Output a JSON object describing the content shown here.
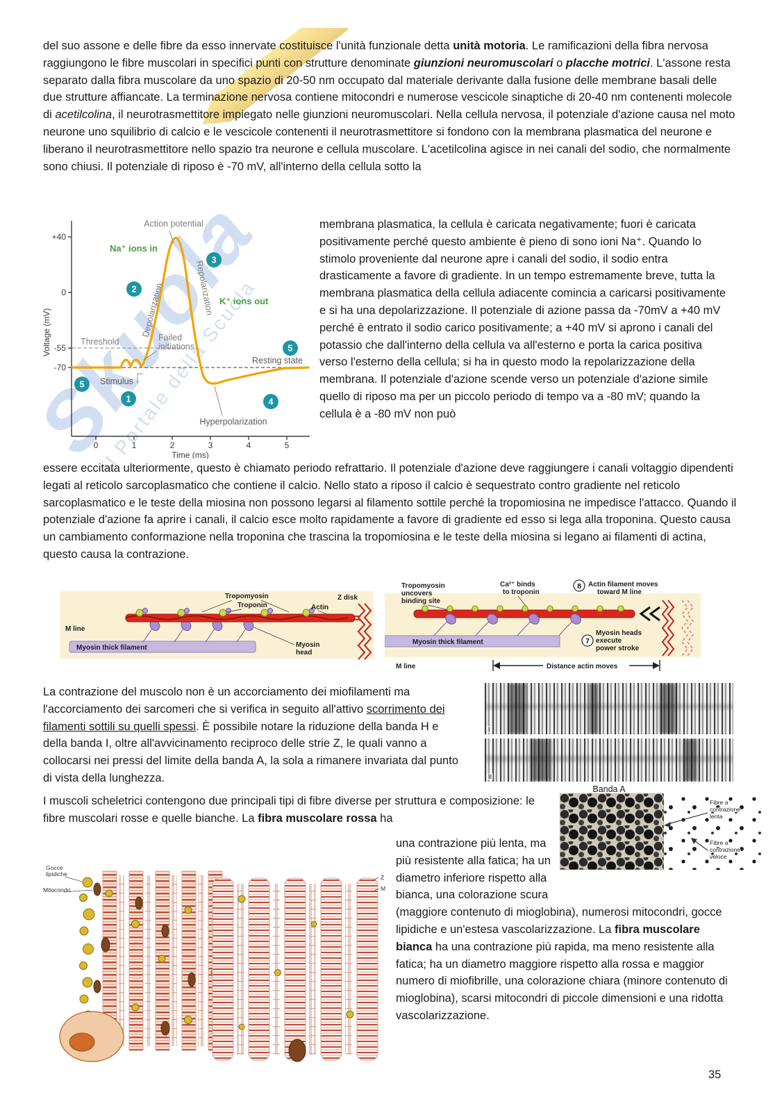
{
  "page": {
    "number": "35"
  },
  "watermark": {
    "big": "Skuola",
    "small": "il Portale della Scuola"
  },
  "intro": {
    "s1": "del suo assone e delle fibre da esso innervate costituisce l'unità funzionale detta ",
    "b1": "unità motoria",
    "s2": ". Le ramificazioni della fibra nervosa raggiungono le fibre muscolari in specifici punti con strutture denominate ",
    "bi1": "giunzioni neuromuscolari",
    "s3": " o ",
    "bi2": "placche motrici",
    "s4": ". L'assone resta separato dalla fibra muscolare da uno spazio di 20-50 nm occupato dal materiale derivante dalla fusione delle membrane basali delle due strutture affiancate. La terminazione nervosa contiene mitocondri e numerose vescicole sinaptiche di 20-40 nm contenenti molecole di ",
    "i1": "acetilcolina",
    "s5": ", il neurotrasmettitore impiegato nelle giunzioni neuromuscolari. Nella cellula nervosa, il potenziale d'azione causa nel moto neurone uno squilibrio di calcio e le vescicole contenenti il neurotrasmettitore si fondono con la membrana plasmatica del neurone e liberano il neurotrasmettitore nello spazio tra neurone e cellula muscolare. L'acetilcolina agisce in nei canali del sodio, che normalmente sono chiusi. Il potenziale di riposo è -70 mV, all'interno della cellula sotto la"
  },
  "chart": {
    "ylabel": "Voltage (mV)",
    "xlabel": "Time (ms)",
    "ytick_40": "+40",
    "ytick_0": "0",
    "ytick_55": "-55",
    "ytick_70": "-70",
    "xtick_0": "0",
    "xtick_1": "1",
    "xtick_2": "2",
    "xtick_3": "3",
    "xtick_4": "4",
    "xtick_5": "5",
    "action_potential": "Action potential",
    "na_in": "Na⁺ ions in",
    "depolarization": "Depolarization",
    "repolarization": "Repolarization",
    "k_out": "K⁺ ions out",
    "threshold": "Threshold",
    "failed_1": "Failed",
    "failed_2": "initiations",
    "resting": "Resting state",
    "stimulus": "Stimulus",
    "hyper": "Hyperpolarization",
    "m1": "1",
    "m2": "2",
    "m3": "3",
    "m4": "4",
    "m5": "5"
  },
  "side1": {
    "text": "membrana plasmatica, la cellula è caricata negativamente; fuori è caricata positivamente perché questo ambiente è pieno di sono ioni Na⁺. Quando lo stimolo proveniente dal neurone apre i canali del sodio, il sodio entra drasticamente a favore di gradiente. In un tempo estremamente breve, tutta la membrana plasmatica della cellula adiacente comincia a caricarsi positivamente e si ha una depolarizzazione. Il potenziale di azione passa da -70mV a +40 mV perché è entrato il sodio carico positivamente; a +40 mV si aprono i canali del potassio che dall'interno della cellula va all'esterno e porta la carica positiva verso l'esterno della cellula; si ha in questo modo la repolarizzazione della membrana. Il potenziale d'azione scende verso un potenziale d'azione simile quello di riposo ma per un piccolo periodo di tempo va a -80 mV; quando la cellula è a -80 mV non può"
  },
  "cont1": {
    "text": "essere eccitata ulteriormente, questo è chiamato periodo refrattario. Il potenziale d'azione deve raggiungere i canali voltaggio dipendenti legati al reticolo sarcoplasmatico che contiene il calcio. Nello stato a riposo il calcio è sequestrato contro gradiente nel reticolo sarcoplasmatico e le teste della miosina non possono legarsi al filamento sottile perché la tropomiosina ne impedisce l'attacco. Quando il potenziale d'azione fa aprire i canali, il calcio esce molto rapidamente a favore di gradiente ed esso si lega alla troponina. Questo causa un cambiamento conformazione nella troponina che trascina la tropomiosina e le teste della miosina si legano ai filamenti di actina, questo causa la contrazione."
  },
  "sarc_left": {
    "mline": "M line",
    "thick": "Myosin thick filament",
    "tropomyosin": "Tropomyosin",
    "troponin": "Troponin",
    "actin": "Actin",
    "zdisk": "Z disk",
    "head_1": "Myosin",
    "head_2": "head"
  },
  "sarc_right": {
    "uncover_1": "Tropomyosin",
    "uncover_2": "uncovers",
    "uncover_3": "binding site",
    "ca_1": "Ca²⁺ binds",
    "ca_2": "to troponin",
    "n8": "8",
    "move_1": "Actin filament moves",
    "move_2": "toward M line",
    "thick": "Myosin thick filament",
    "n7": "7",
    "power_1": "Myosin heads",
    "power_2": "execute",
    "power_3": "power stroke",
    "mline": "M line",
    "distance": "Distance actin moves"
  },
  "contraction": {
    "s1": "La contrazione del muscolo non è un accorciamento dei miofilamenti ma l'accorciamento dei sarcomeri che si verifica in seguito all'attivo ",
    "u1": "scorrimento dei filamenti sottili su quelli spessi",
    "s2": ". È possibile notare la riduzione della banda H e della banda I, oltre all'avvicinamento reciproco delle strie Z, le quali vanno a collocarsi nei pressi del limite della banda A, la sola a rimanere invariata dal punto di vista della lunghezza."
  },
  "micrographs": {
    "label1": "I",
    "label2": "II",
    "caption": "Banda A"
  },
  "fibers_intro": {
    "s1": "I muscoli scheletrici contengono due principali tipi di fibre diverse per struttura e composizione: le fibre muscolari rosse e quelle bianche. La ",
    "b1": "fibra muscolare rossa",
    "s2": " ha"
  },
  "fiber_panel": {
    "slow_1": "Fibre a",
    "slow_2": "contrazione",
    "slow_3": "lenta",
    "fast_1": "Fibre a",
    "fast_2": "contrazione",
    "fast_3": "veloce"
  },
  "fig_red": {
    "lipid_1": "Gocce",
    "lipid_2": "lipidiche",
    "mito": "Mitocondri"
  },
  "fig_white": {
    "z": "Z",
    "m": "M"
  },
  "fibers_desc": {
    "s1": "una contrazione più lenta, ma più resistente alla fatica; ha un diametro inferiore rispetto alla bianca, una colorazione scura (maggiore contenuto di mioglobina), numerosi mitocondri, gocce lipidiche e un'estesa vascolarizzazione. La ",
    "b1": "fibra muscolare bianca",
    "s2": " ha una contrazione più rapida, ma meno resistente alla fatica; ha un diametro maggiore rispetto alla rossa e maggior numero di miofibrille, una colorazione chiara (minore contenuto di mioglobina), scarsi mitocondri di piccole dimensioni e una ridotta vascolarizzazione."
  }
}
